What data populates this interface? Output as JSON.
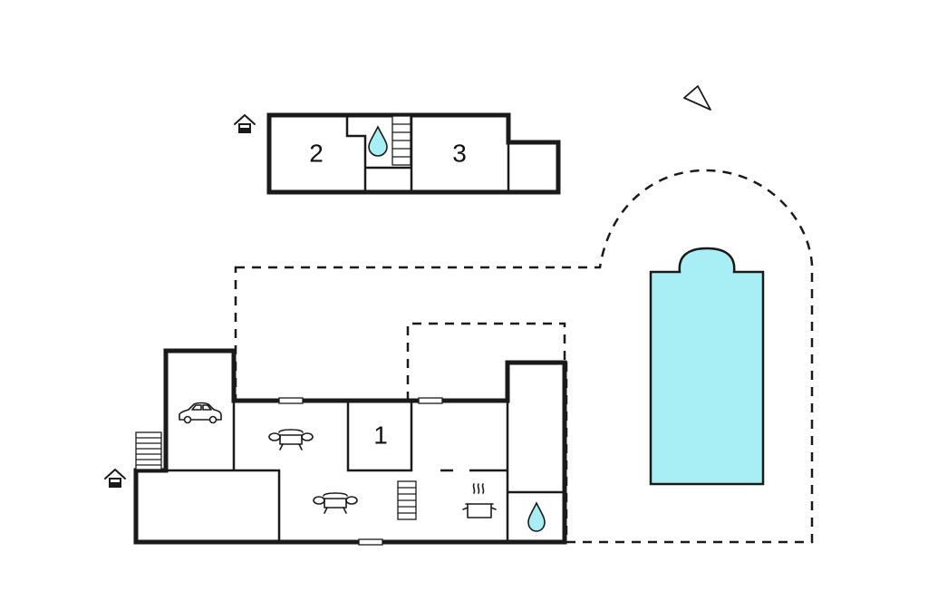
{
  "floorplan": {
    "colors": {
      "terrace": "#e9eeee",
      "covered_terrace": "#d3dbdb",
      "pool": "#a8eef5",
      "water": "#a8eef5",
      "walls": "#1a1a1a",
      "background": "#ffffff"
    },
    "rooms": [
      {
        "id": "room-1",
        "label": "1"
      },
      {
        "id": "room-2",
        "label": "2"
      },
      {
        "id": "room-3",
        "label": "3"
      }
    ],
    "icons": [
      "north-arrow-icon",
      "entrance-house-icon",
      "entrance-house-icon",
      "car-icon",
      "sofa-icon",
      "sofa-icon",
      "cooking-pot-icon",
      "water-drop-icon",
      "water-drop-icon",
      "stairs-icon",
      "stairs-icon",
      "stairs-icon",
      "swimming-pool-icon"
    ]
  }
}
